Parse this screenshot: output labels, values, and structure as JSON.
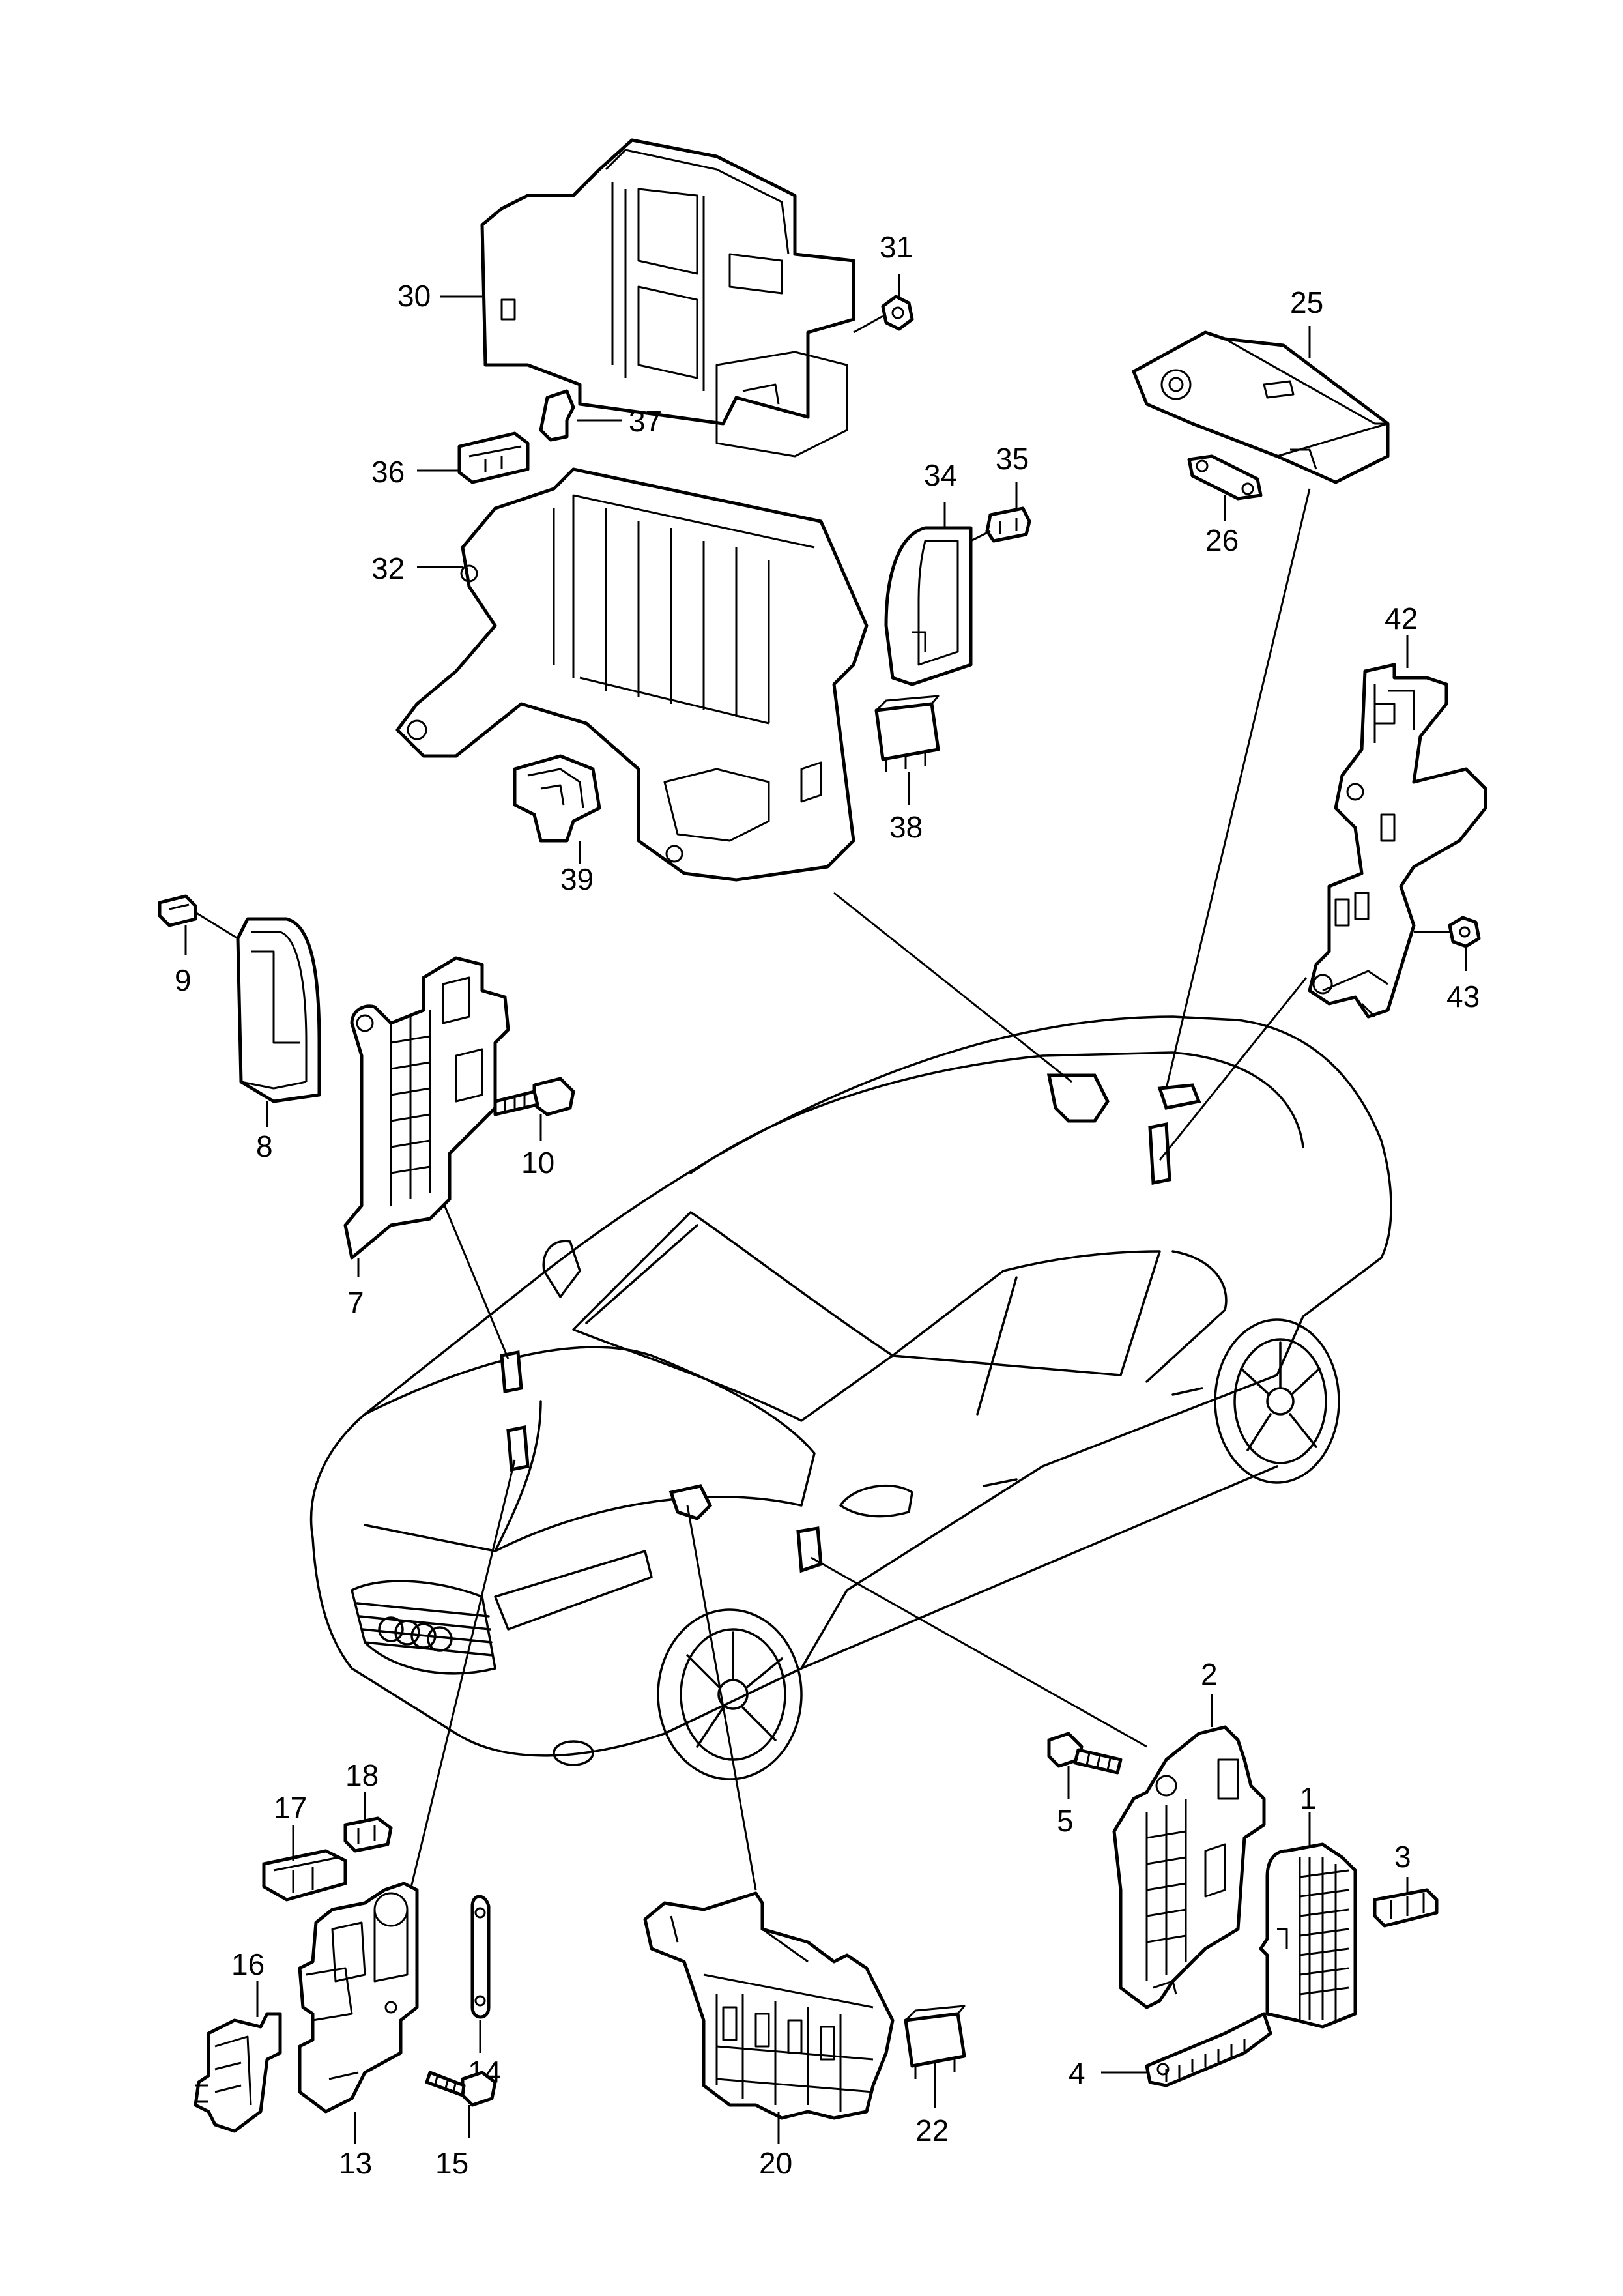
{
  "diagram": {
    "parts": [
      {
        "id": "p30",
        "label": "30",
        "icon": "control-unit-housing-icon"
      },
      {
        "id": "p31",
        "label": "31",
        "icon": "nut-icon"
      },
      {
        "id": "p37",
        "label": "37",
        "icon": "fuse-icon"
      },
      {
        "id": "p36",
        "label": "36",
        "icon": "fuse-strip-icon"
      },
      {
        "id": "p32",
        "label": "32",
        "icon": "fuse-box-bracket-icon"
      },
      {
        "id": "p34",
        "label": "34",
        "icon": "relay-cover-icon"
      },
      {
        "id": "p35",
        "label": "35",
        "icon": "fuse-icon"
      },
      {
        "id": "p38",
        "label": "38",
        "icon": "relay-icon"
      },
      {
        "id": "p39",
        "label": "39",
        "icon": "relay-holder-icon"
      },
      {
        "id": "p25",
        "label": "25",
        "icon": "battery-fuse-box-icon"
      },
      {
        "id": "p26",
        "label": "26",
        "icon": "bus-bar-icon"
      },
      {
        "id": "p42",
        "label": "42",
        "icon": "fuse-carrier-icon"
      },
      {
        "id": "p43",
        "label": "43",
        "icon": "nut-icon"
      },
      {
        "id": "p9",
        "label": "9",
        "icon": "fuse-icon"
      },
      {
        "id": "p8",
        "label": "8",
        "icon": "fuse-box-cover-icon"
      },
      {
        "id": "p10",
        "label": "10",
        "icon": "bolt-icon"
      },
      {
        "id": "p7",
        "label": "7",
        "icon": "fuse-carrier-icon"
      },
      {
        "id": "p2",
        "label": "2",
        "icon": "fuse-carrier-icon"
      },
      {
        "id": "p5",
        "label": "5",
        "icon": "bolt-icon"
      },
      {
        "id": "p1",
        "label": "1",
        "icon": "fuse-box-cover-icon"
      },
      {
        "id": "p3",
        "label": "3",
        "icon": "fuse-icon"
      },
      {
        "id": "p4",
        "label": "4",
        "icon": "fuse-strip-icon"
      },
      {
        "id": "p17",
        "label": "17",
        "icon": "fuse-strip-icon"
      },
      {
        "id": "p18",
        "label": "18",
        "icon": "fuse-icon"
      },
      {
        "id": "p16",
        "label": "16",
        "icon": "relay-holder-icon"
      },
      {
        "id": "p13",
        "label": "13",
        "icon": "fuse-box-bracket-icon"
      },
      {
        "id": "p14",
        "label": "14",
        "icon": "bus-bar-icon"
      },
      {
        "id": "p15",
        "label": "15",
        "icon": "bolt-icon"
      },
      {
        "id": "p20",
        "label": "20",
        "icon": "relay-carrier-icon"
      },
      {
        "id": "p22",
        "label": "22",
        "icon": "relay-icon"
      }
    ],
    "vehicle": {
      "icon": "sedan-car-icon"
    }
  }
}
